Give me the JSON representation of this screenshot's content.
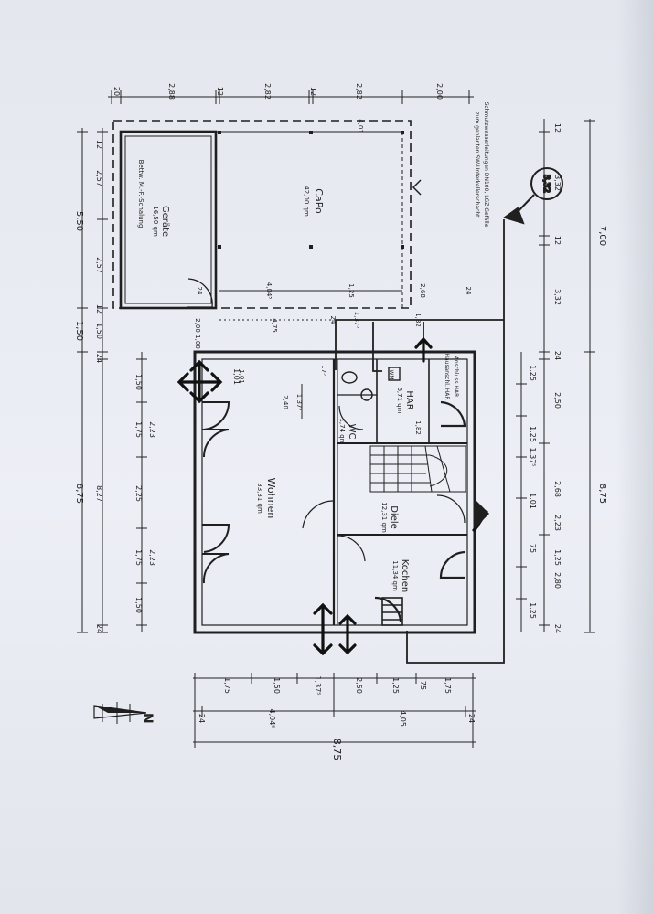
{
  "north_label": "N",
  "rooms": [
    {
      "id": "geraete",
      "name": "Geräte",
      "area": "16,50 qm",
      "note": "Bettw. M.-F.-Schalung"
    },
    {
      "id": "carport",
      "name": "CaPo",
      "area": "42,00 qm"
    },
    {
      "id": "wohnen",
      "name": "Wohnen",
      "area": "33,31 qm"
    },
    {
      "id": "wc",
      "name": "WC",
      "area": "1,74 qm"
    },
    {
      "id": "har",
      "name": "HAR",
      "area": "6,71 qm"
    },
    {
      "id": "diele",
      "name": "Diele",
      "area": "12,31 qm"
    },
    {
      "id": "kochen",
      "name": "Kochen",
      "area": "11,34 qm"
    }
  ],
  "notes": {
    "sewer_line1": "Schmutzwasserleitungen DN100, LGZ Gefälle",
    "sewer_line2": "zum geplanten SW-Unterkellerschacht",
    "manhole": "3,32",
    "anschluss": "Anschluss HAR",
    "hausanschluss": "Hausanschl. HAR",
    "wm": "WM",
    "rolltor": "2,68",
    "fenster_marke": "1,01"
  },
  "dims": {
    "top": [
      "20",
      "2,88",
      "12",
      "2,82",
      "12",
      "2,82",
      "2,00"
    ],
    "left_outer": [
      "5,50",
      "1,50",
      "8,75"
    ],
    "left_middle": [
      "12",
      "2,57",
      "2,57",
      "12",
      "1,50",
      "24",
      "8,27",
      "24"
    ],
    "left_inner": [
      "1,50",
      "1,75",
      "2,23",
      "2,25",
      "1,75",
      "2,23",
      "1,50"
    ],
    "right_outer": [
      "7,00",
      "8,75"
    ],
    "right_inner": [
      "12",
      "3,32",
      "12",
      "3,32",
      "24",
      "1,25",
      "2,50",
      "1,25",
      "1,37⁵",
      "2,68",
      "1,01",
      "2,23",
      "75",
      "1,25",
      "2,80",
      "1,25",
      "24"
    ],
    "bottom1": [
      "1,75",
      "1,50",
      "1,37⁵",
      "2,50",
      "1,25",
      "75",
      "1,75"
    ],
    "bottom2": [
      "24",
      "4,04⁵",
      "4,05",
      "24"
    ],
    "bottom_total": "8,75",
    "interior": [
      "2,40",
      "1,37⁵",
      "1,82",
      "4,04⁵",
      "1,25",
      "2,68",
      "24",
      "24",
      "4,75",
      "2,00",
      "1,00",
      "1,01",
      "4,01",
      "1,37⁵",
      "1,82",
      "24",
      "17⁵"
    ]
  },
  "ink": "#1f1f1f"
}
